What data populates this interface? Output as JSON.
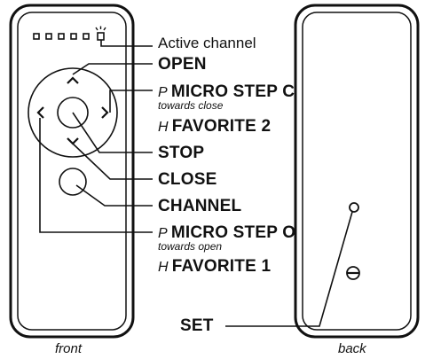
{
  "labels": {
    "active_channel": "Active channel",
    "open": "OPEN",
    "micro_step_c_prefix": "P",
    "micro_step_c": "MICRO STEP C",
    "towards_close": "towards close",
    "favorite_2_prefix": "H",
    "favorite_2": "FAVORITE 2",
    "stop": "STOP",
    "close": "CLOSE",
    "channel": "CHANNEL",
    "micro_step_o_prefix": "P",
    "micro_step_o": "MICRO STEP O",
    "towards_open": "towards open",
    "favorite_1_prefix": "H",
    "favorite_1": "FAVORITE 1",
    "set": "SET"
  },
  "captions": {
    "front": "front",
    "back": "back"
  },
  "colors": {
    "ink": "#111111",
    "background": "#ffffff"
  }
}
